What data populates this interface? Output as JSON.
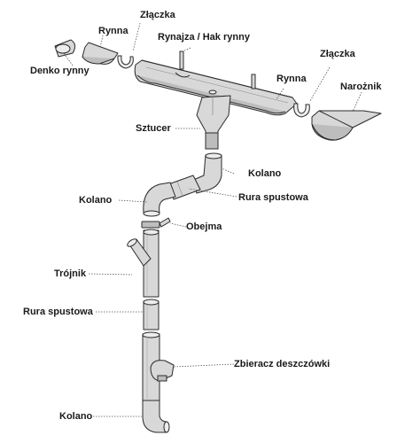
{
  "labels": {
    "zlaczka_top": "Złączka",
    "rynna_top": "Rynna",
    "rynajza": "Rynajza / Hak rynny",
    "zlaczka_right": "Złączka",
    "denko": "Denko rynny",
    "rynna_right": "Rynna",
    "naroznik": "Narożnik",
    "sztucer": "Sztucer",
    "kolano_upper": "Kolano",
    "kolano_left": "Kolano",
    "rura_upper": "Rura spustowa",
    "obejma": "Obejma",
    "trojnik": "Trójnik",
    "rura_lower": "Rura spustowa",
    "zbieracz": "Zbieracz deszczówki",
    "kolano_bottom": "Kolano"
  }
}
